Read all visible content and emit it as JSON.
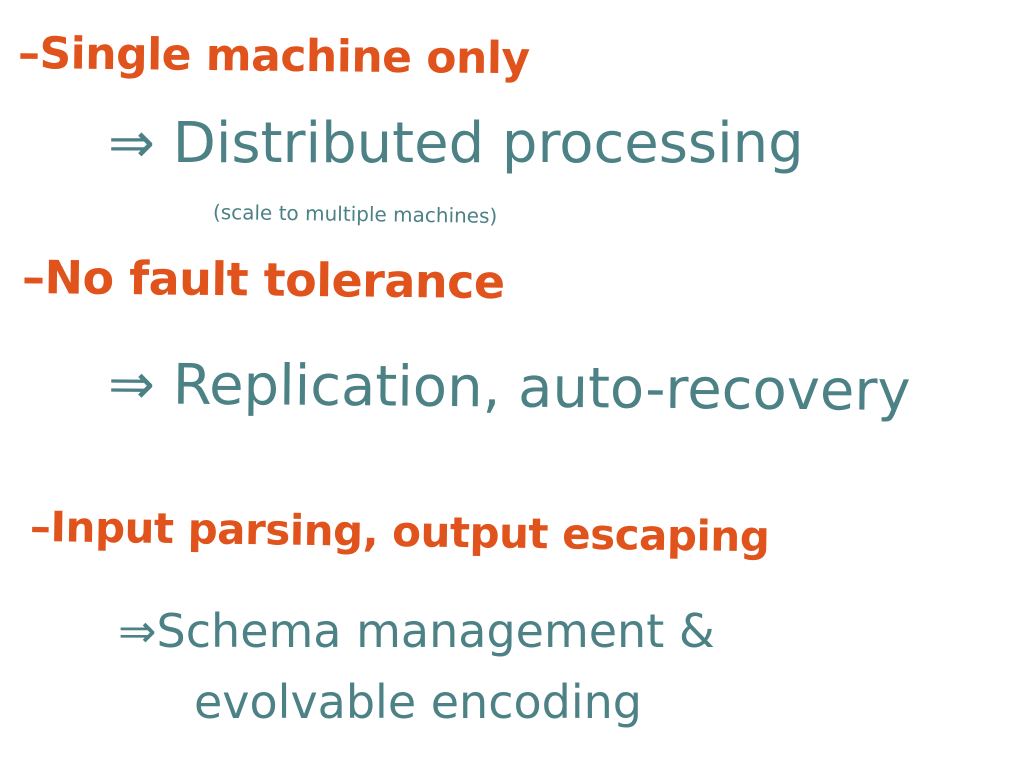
{
  "notes": {
    "problems": [
      "–Single machine only",
      "–No fault tolerance",
      "–Input parsing, output escaping"
    ],
    "solutions": [
      "⇒ Distributed processing",
      "⇒ Replication, auto-recovery",
      "⇒Schema management &"
    ],
    "solution_continuation": "evolvable encoding",
    "subnote": "(scale to multiple machines)"
  },
  "colors": {
    "problem": "#e0531c",
    "solution": "#4c8186",
    "background": "#ffffff"
  }
}
